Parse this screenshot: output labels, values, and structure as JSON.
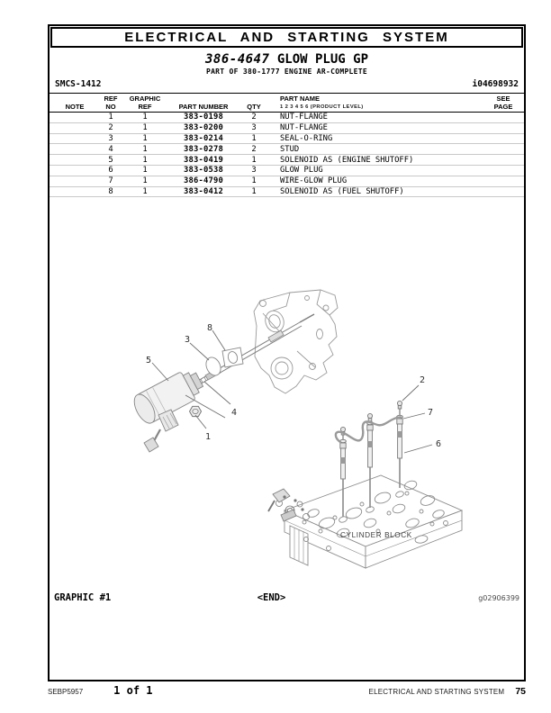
{
  "header": {
    "section_title": "ELECTRICAL AND STARTING SYSTEM"
  },
  "title": {
    "part_number": "386-4647",
    "part_name": "GLOW PLUG GP",
    "part_of": "PART OF 380-1777 ENGINE AR-COMPLETE"
  },
  "meta": {
    "smcs_code": "SMCS-1412",
    "doc_id": "i04698932"
  },
  "table": {
    "headers": {
      "note": "NOTE",
      "ref_line1": "REF",
      "ref_line2": "NO",
      "graphic_line1": "GRAPHIC",
      "graphic_line2": "REF",
      "part_number": "PART NUMBER",
      "qty": "QTY",
      "part_name": "PART NAME",
      "product_level": "1  2  3  4  5  6  (PRODUCT LEVEL)",
      "see_line1": "SEE",
      "see_line2": "PAGE"
    },
    "rows": [
      {
        "note": "",
        "ref_no": "1",
        "graphic_ref": "1",
        "part_number": "383-0198",
        "qty": "2",
        "part_name": "NUT-FLANGE",
        "see_page": ""
      },
      {
        "note": "",
        "ref_no": "2",
        "graphic_ref": "1",
        "part_number": "383-0200",
        "qty": "3",
        "part_name": "NUT-FLANGE",
        "see_page": ""
      },
      {
        "note": "",
        "ref_no": "3",
        "graphic_ref": "1",
        "part_number": "383-0214",
        "qty": "1",
        "part_name": "SEAL-O-RING",
        "see_page": ""
      },
      {
        "note": "",
        "ref_no": "4",
        "graphic_ref": "1",
        "part_number": "383-0278",
        "qty": "2",
        "part_name": "STUD",
        "see_page": ""
      },
      {
        "note": "",
        "ref_no": "5",
        "graphic_ref": "1",
        "part_number": "383-0419",
        "qty": "1",
        "part_name": "SOLENOID AS (ENGINE SHUTOFF)",
        "see_page": ""
      },
      {
        "note": "",
        "ref_no": "6",
        "graphic_ref": "1",
        "part_number": "383-0538",
        "qty": "3",
        "part_name": "GLOW PLUG",
        "see_page": ""
      },
      {
        "note": "",
        "ref_no": "7",
        "graphic_ref": "1",
        "part_number": "386-4790",
        "qty": "1",
        "part_name": "WIRE-GLOW PLUG",
        "see_page": ""
      },
      {
        "note": "",
        "ref_no": "8",
        "graphic_ref": "1",
        "part_number": "383-0412",
        "qty": "1",
        "part_name": "SOLENOID AS (FUEL SHUTOFF)",
        "see_page": ""
      }
    ]
  },
  "diagram": {
    "callouts": {
      "c1": "1",
      "c2": "2",
      "c3": "3",
      "c4": "4",
      "c5": "5",
      "c6": "6",
      "c7": "7",
      "c8": "8"
    },
    "block_label": "CYLINDER BLOCK"
  },
  "caption": {
    "graphic_label": "GRAPHIC #1",
    "end_marker": "<END>",
    "graphic_id": "g02906399"
  },
  "footer": {
    "media_number": "SEBP5957",
    "page_of": "1 of 1",
    "section": "ELECTRICAL AND STARTING SYSTEM",
    "page_number": "75"
  },
  "colors": {
    "ink": "#000000",
    "diagram_line": "#8c8c8c",
    "row_separator": "#c9c9c9",
    "muted": "#4a4a4a"
  }
}
